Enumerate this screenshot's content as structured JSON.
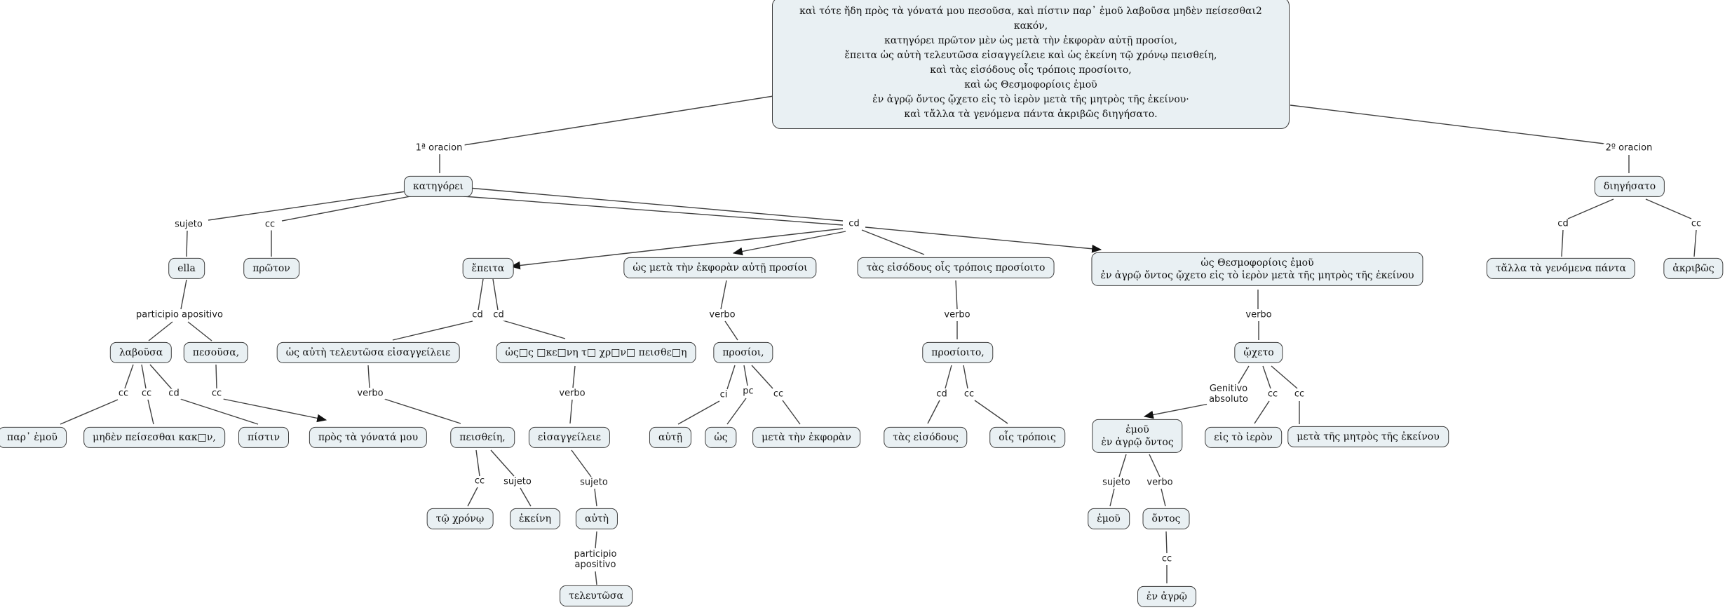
{
  "diagram": {
    "nodes": {
      "root": {
        "text": "καὶ τότε ἤδη πρὸς τὰ γόνατά μου πεσοῦσα, καὶ πίστιν παρ᾽ ἐμοῦ λαβοῦσα μηδὲν πείσεσθαι2 κακόν,\nκατηγόρει πρῶτον μὲν ὡς μετὰ τὴν ἐκφορὰν αὐτῇ προσίοι,\nἔπειτα ὡς αὐτὴ τελευτῶσα εἰσαγγείλειε καὶ ὡς ἐκείνη τῷ χρόνῳ πεισθείη,\nκαὶ τὰς εἰσόδους οἷς τρόποις προσίοιτο,\nκαὶ ὡς Θεσμοφορίοις ἐμοῦ\nἐν ἀγρῷ ὄντος ᾤχετο εἰς τὸ ἱερὸν μετὰ τῆς μητρὸς τῆς ἐκείνου·\nκαὶ τἄλλα τὰ γενόμενα πάντα ἀκριβῶς διηγήσατο."
      },
      "katigorei": {
        "text": "κατηγόρει"
      },
      "diigisato": {
        "text": "διηγήσατο"
      },
      "ella": {
        "text": "ella"
      },
      "proton": {
        "text": "πρῶτον"
      },
      "epeita": {
        "text": "ἔπειτα"
      },
      "clause_ekforan": {
        "text": "ὡς μετὰ τὴν ἐκφορὰν αὐτῇ προσίοι"
      },
      "clause_eisodous": {
        "text": "τὰς εἰσόδους οἷς τρόποις προσίοιτο"
      },
      "clause_thesmo": {
        "text": "ὡς Θεσμοφορίοις ἐμοῦ\nἐν ἀγρῷ ὄντος ᾤχετο εἰς τὸ ἱερὸν μετὰ τῆς μητρὸς τῆς ἐκείνου"
      },
      "lavousa": {
        "text": "λαβοῦσα"
      },
      "pesousa": {
        "text": "πεσοῦσα,"
      },
      "clause_teleutosa": {
        "text": "ὡς αὐτὴ τελευτῶσα εἰσαγγείλειε"
      },
      "clause_peistheie": {
        "text": "ὡς□ς □κε□νη τ□ χρ□ν□ πεισθε□η"
      },
      "prosioi": {
        "text": "προσίοι,"
      },
      "prosioito": {
        "text": "προσίοιτο,"
      },
      "oxeto": {
        "text": "ᾤχετο"
      },
      "par_emou": {
        "text": "παρ᾽ ἐμοῦ"
      },
      "miden": {
        "text": "μηδὲν πείσεσθαι κακ□ν,"
      },
      "pistin": {
        "text": "πίστιν"
      },
      "pros_ta_gonata": {
        "text": "πρὸς τὰ γόνατά μου"
      },
      "peistheii": {
        "text": "πεισθείη,"
      },
      "eisaggeileie": {
        "text": "εἰσαγγείλειε"
      },
      "autii": {
        "text": "αὐτῇ"
      },
      "os": {
        "text": "ὡς"
      },
      "meta_tin_ekforan": {
        "text": "μετὰ τὴν ἐκφορὰν"
      },
      "tas_eisodous": {
        "text": "τὰς εἰσόδους"
      },
      "ois_tropois": {
        "text": "οἷς τρόποις"
      },
      "emou_gen": {
        "text": "ἐμοῦ\nἐν ἀγρῷ ὄντος"
      },
      "eis_to_ieron": {
        "text": "εἰς τὸ ἱερὸν"
      },
      "meta_tis_mitros": {
        "text": "μετὰ τῆς μητρὸς τῆς ἐκείνου"
      },
      "to_xrono": {
        "text": "τῷ χρόνῳ"
      },
      "ekeini": {
        "text": "ἐκείνη"
      },
      "auti": {
        "text": "αὐτὴ"
      },
      "emou": {
        "text": "ἐμοῦ"
      },
      "ontos": {
        "text": "ὄντος"
      },
      "teleutosa": {
        "text": "τελευτῶσα"
      },
      "en_agro": {
        "text": "ἐν ἀγρῷ"
      },
      "talla": {
        "text": "τἄλλα τὰ γενόμενα πάντα"
      },
      "akrivos": {
        "text": "ἀκριβῶς"
      }
    },
    "labels": {
      "or1": "1ª oracion",
      "or2": "2º oracion",
      "sujeto1": "sujeto",
      "cc1": "cc",
      "cd_hub": "cd",
      "partapos1": "participio apositivo",
      "cd3": "cd",
      "cd4": "cd",
      "verbo1": "verbo",
      "verbo2": "verbo",
      "verbo3": "verbo",
      "verbo4": "verbo",
      "verbo5": "verbo",
      "cc2": "cc",
      "cc3": "cc",
      "cd2": "cd",
      "cc4": "cc",
      "ci1": "ci",
      "pc1": "pc",
      "cc5": "cc",
      "cc6": "cc",
      "sujeto2": "sujeto",
      "sujeto3": "sujeto",
      "partapos2": "participio\napositivo",
      "cd5": "cd",
      "cc7": "cc",
      "genabs": "Genitivo\nabsoluto",
      "cc8": "cc",
      "cc9": "cc",
      "sujeto4": "sujeto",
      "verbo6": "verbo",
      "cc10": "cc",
      "cd6": "cd",
      "cc11": "cc"
    },
    "colors": {
      "node_fill": "#e9f0f3",
      "node_border": "#3d3d3d",
      "line": "#404040",
      "text": "#111111",
      "background": "#ffffff"
    }
  }
}
